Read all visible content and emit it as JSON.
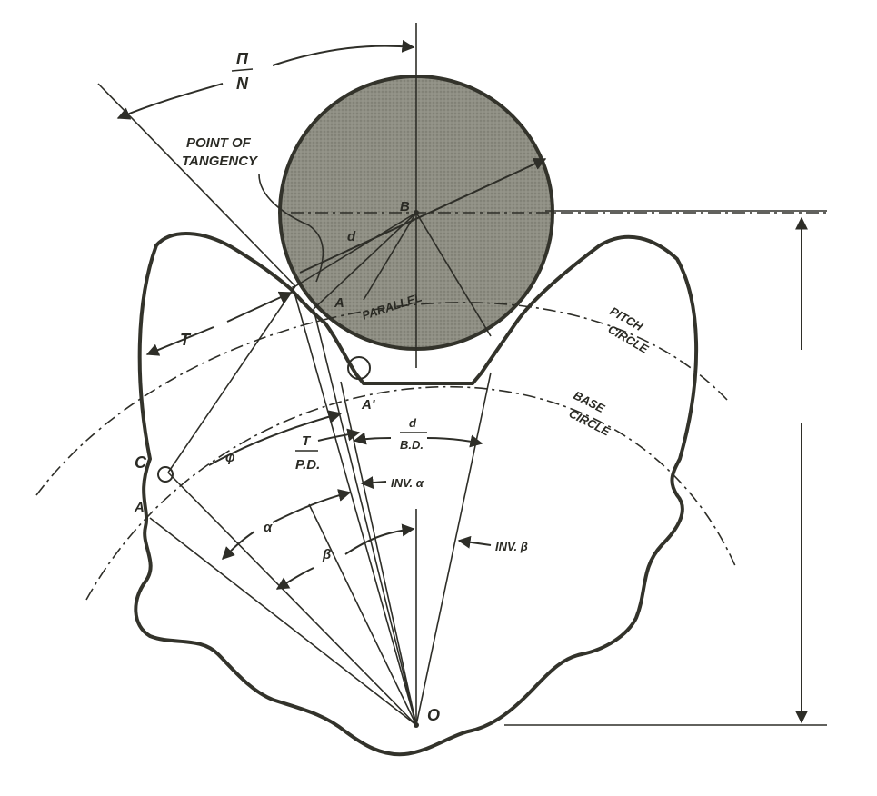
{
  "labels": {
    "pi": "Π",
    "n": "N",
    "point_of_tangency_1": "POINT OF",
    "point_of_tangency_2": "TANGENCY",
    "b": "B",
    "d": "d",
    "a_top": "A",
    "parallel": "PARALLEL",
    "pitch_circle_1": "PITCH",
    "pitch_circle_2": "CIRCLE",
    "base_circle_1": "BASE",
    "base_circle_2": "CIRCLE",
    "t_tooth": "T",
    "a_mid": "A'",
    "d_small": "d",
    "bd": "B.D.",
    "t_frac": "T",
    "pd": "P.D.",
    "phi": "φ",
    "inv_alpha": "INV. α",
    "alpha": "α",
    "c": "C",
    "a_left": "A",
    "beta": "β",
    "inv_beta": "INV. β",
    "o": "O"
  },
  "colors": {
    "gear_fill": "#c9c9bf",
    "pin_fill": "#8f8f84",
    "line": "#2e2e28"
  }
}
